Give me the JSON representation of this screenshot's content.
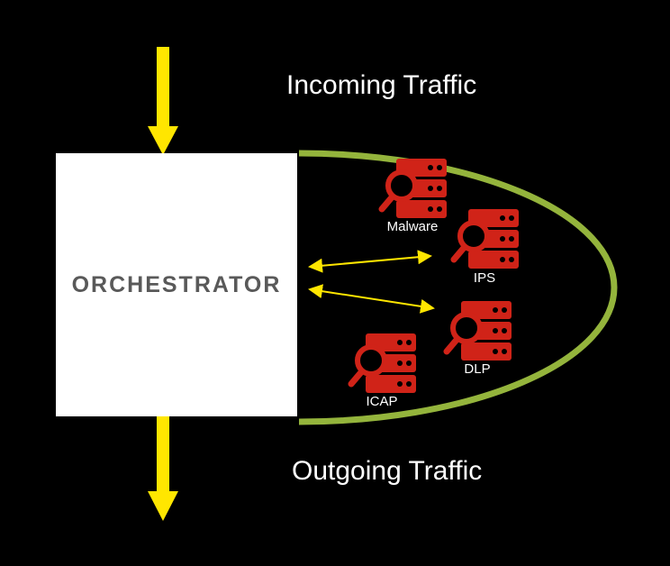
{
  "diagram": {
    "incoming_label": "Incoming Traffic",
    "outgoing_label": "Outgoing Traffic",
    "orchestrator_label": "ORCHESTRATOR",
    "services": [
      {
        "name": "Malware"
      },
      {
        "name": "IPS"
      },
      {
        "name": "DLP"
      },
      {
        "name": "ICAP"
      }
    ],
    "icons": {
      "service_icon": "magnifier-over-server-scanner-icon",
      "incoming_arrow": "thick-down-arrow-icon",
      "outgoing_arrow": "thick-down-arrow-icon",
      "link_arrows": "double-headed-arrow-icon"
    },
    "colors": {
      "background": "#000000",
      "traffic_arrow_yellow": "#FFE600",
      "service_enclosure_green": "#94B43C",
      "service_icon_red": "#D02318",
      "orchestrator_text_gray": "#595959",
      "orchestrator_box_white": "#FFFFFF",
      "label_text_white": "#FFFFFF"
    }
  }
}
